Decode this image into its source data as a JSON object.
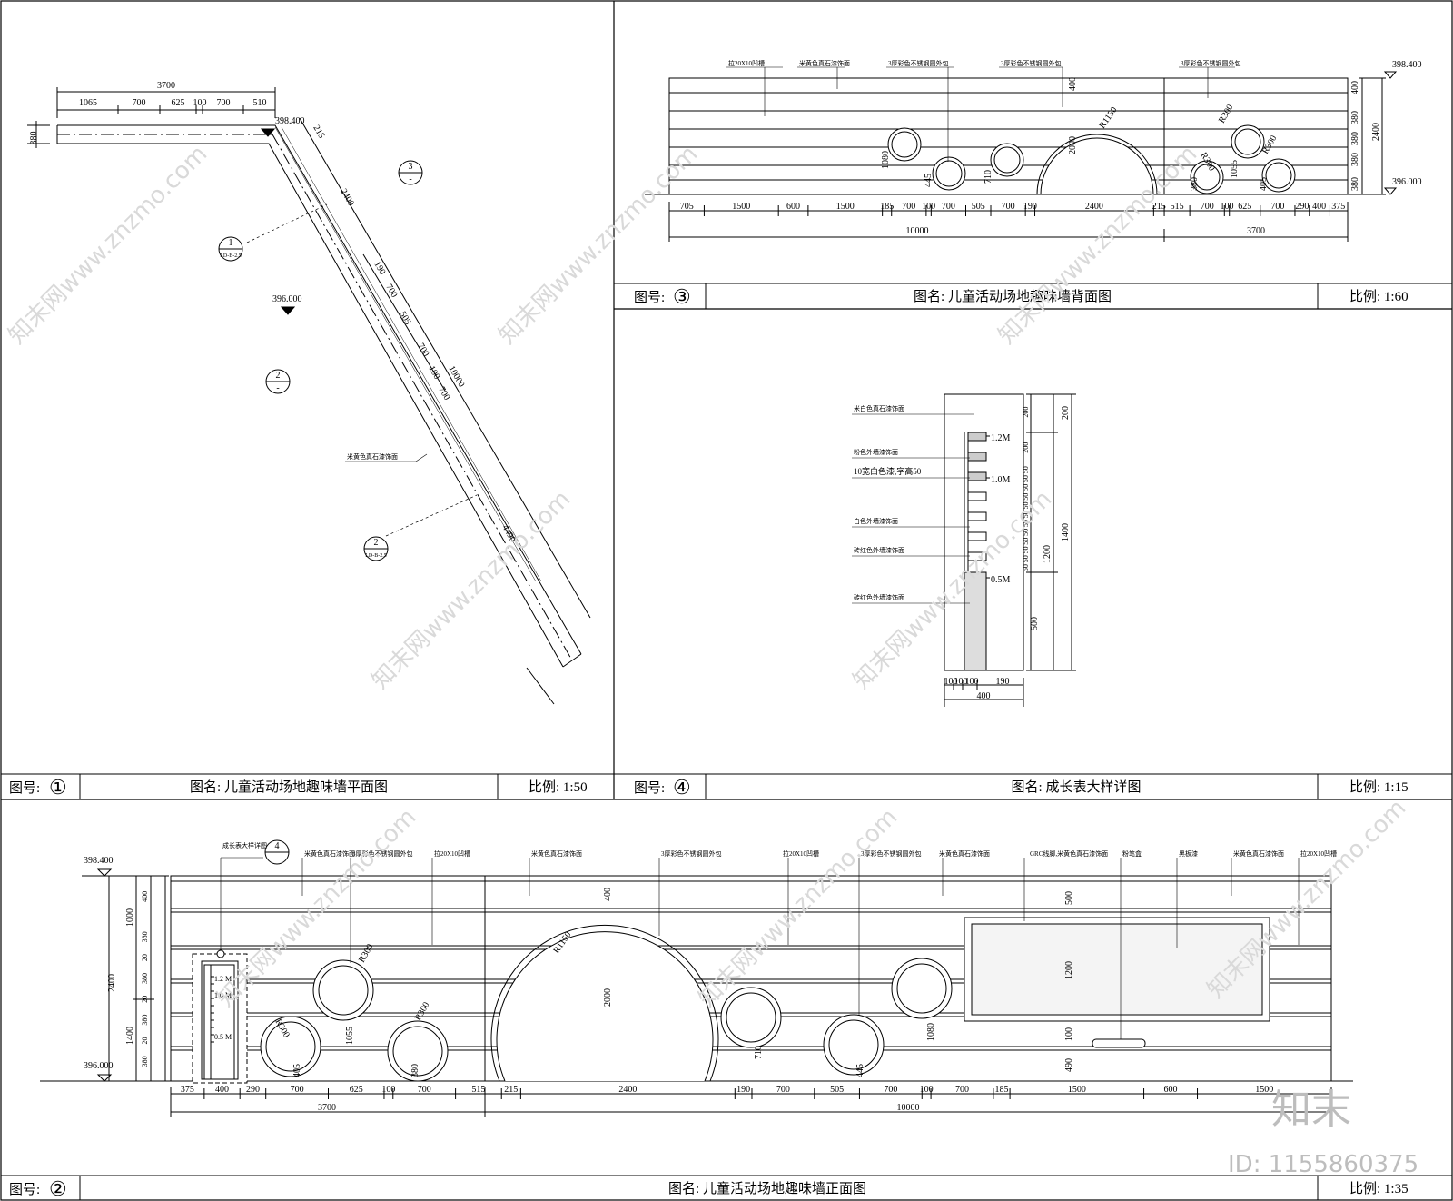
{
  "panels": {
    "plan": {
      "no_label": "图号:",
      "no_symbol": "①",
      "title": "图名: 儿童活动场地趣味墙平面图",
      "scale": "比例:  1:50",
      "dims_top": [
        "3700",
        "1065",
        "700",
        "625",
        "100",
        "700",
        "510"
      ],
      "dims_side": [
        "380",
        "215",
        "2400",
        "190",
        "700",
        "505",
        "700",
        "100",
        "700",
        "10000",
        "4490"
      ],
      "elev_top": "398.400",
      "elev_ground": "396.000",
      "section_marks": [
        {
          "num": "3",
          "ref": "-"
        },
        {
          "num": "1",
          "ref": "LD-B-2.5"
        },
        {
          "num": "2",
          "ref": "-"
        },
        {
          "num": "2",
          "ref": "LD-B-2.5"
        }
      ],
      "ann_material": "米黄色真石漆饰面"
    },
    "back": {
      "no_label": "图号:",
      "no_symbol": "③",
      "title": "图名: 儿童活动场地趣味墙背面图",
      "scale": "比例:  1:60",
      "annotations": [
        "拉20X10凹槽",
        "米黄色真石漆饰面",
        "3厚彩色不锈钢圆外包",
        "3厚彩色不锈钢圆外包",
        "3厚彩色不锈钢圆外包"
      ],
      "elev_top": "398.400",
      "elev_bottom": "396.000",
      "dims_bottom": [
        "705",
        "1500",
        "600",
        "1500",
        "185",
        "700",
        "100",
        "700",
        "505",
        "700",
        "190",
        "2400",
        "215",
        "515",
        "700",
        "100",
        "625",
        "700",
        "290",
        "400",
        "375"
      ],
      "dims_total": [
        "10000",
        "3700"
      ],
      "dims_inner": [
        "1080",
        "445",
        "710",
        "400",
        "2000",
        "380",
        "1055",
        "405"
      ],
      "radii": [
        "R1150",
        "R300",
        "R300",
        "R300"
      ],
      "dims_right": [
        "400",
        "380",
        "380",
        "380",
        "380",
        "2400"
      ]
    },
    "growth": {
      "no_label": "图号:",
      "no_symbol": "④",
      "title": "图名: 成长表大样详图",
      "scale": "比例:  1:15",
      "annotations": [
        "米白色真石漆饰面",
        "粉色外墙漆饰面",
        "10宽白色漆,字高50",
        "白色外墙漆饰面",
        "砖红色外墙漆饰面",
        "砖红色外墙漆饰面"
      ],
      "marks": [
        "1.2M",
        "1.0M",
        "0.5M"
      ],
      "dims_right": [
        "200",
        "200",
        "50",
        "50",
        "50",
        "50",
        "50",
        "50",
        "50",
        "50",
        "50",
        "50",
        "50",
        "50",
        "1200",
        "1400",
        "500"
      ],
      "dims_bottom": [
        "100",
        "100",
        "100",
        "190",
        "400"
      ]
    },
    "front": {
      "no_label": "图号:",
      "no_symbol": "②",
      "title": "图名: 儿童活动场地趣味墙正面图",
      "scale": "比例:  1:35",
      "annotations": [
        "成长表大样详图",
        "米黄色真石漆饰面",
        "3厚彩色不锈钢圆外包",
        "拉20X10凹槽",
        "米黄色真石漆饰面",
        "3厚彩色不锈钢圆外包",
        "拉20X10凹槽",
        "3厚彩色不锈钢圆外包",
        "米黄色真石漆饰面",
        "GRC线脚,米黄色真石漆饰面",
        "粉笔盒",
        "黑板漆",
        "米黄色真石漆饰面",
        "拉20X10凹槽"
      ],
      "detail_ref": {
        "num": "4",
        "ref": "-"
      },
      "elev_top": "398.400",
      "elev_bottom": "396.000",
      "dims_left": [
        "400",
        "1000",
        "380",
        "20",
        "380",
        "20",
        "380",
        "20",
        "380",
        "2400",
        "1400"
      ],
      "dims_bottom": [
        "375",
        "400",
        "290",
        "700",
        "625",
        "100",
        "700",
        "515",
        "215",
        "2400",
        "190",
        "700",
        "505",
        "700",
        "100",
        "700",
        "185",
        "1500",
        "600",
        "1500"
      ],
      "dims_total": [
        "3700",
        "10000"
      ],
      "dims_inner": [
        "405",
        "1055",
        "380",
        "400",
        "2000",
        "710",
        "445",
        "1080",
        "500",
        "1200",
        "100",
        "490"
      ],
      "radii": [
        "R300",
        "R300",
        "R300",
        "R1150"
      ],
      "marks": [
        "1.2 M",
        "1.0 M",
        "0.5 M"
      ]
    }
  },
  "watermark": {
    "text": "知末网www.znzmo.com",
    "logo": "知末",
    "id": "ID: 1155860375"
  }
}
